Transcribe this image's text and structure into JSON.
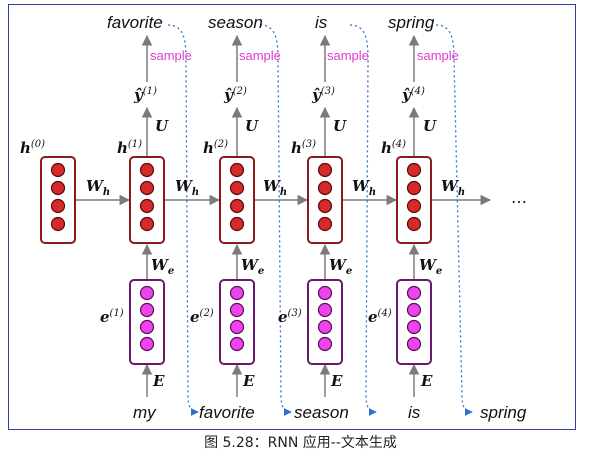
{
  "outputs": [
    "favorite",
    "season",
    "is",
    "spring"
  ],
  "inputs": [
    "my",
    "favorite",
    "season",
    "is",
    "spring"
  ],
  "sample_label": "sample",
  "symbols": {
    "h": "h",
    "h0_sup": "(0)",
    "y_hat": "ŷ",
    "U": "U",
    "W": "W",
    "W_h_sub": "h",
    "W_e_sub": "e",
    "e": "e",
    "E": "E",
    "ellipsis": "…"
  },
  "steps": [
    {
      "sup": "(1)"
    },
    {
      "sup": "(2)"
    },
    {
      "sup": "(3)"
    },
    {
      "sup": "(4)"
    }
  ],
  "caption": "图 5.28：RNN 应用--文本生成",
  "colors": {
    "hidden_border": "#8b1a1a",
    "hidden_dot": "#d42a2a",
    "embed_border": "#6a1a6e",
    "embed_dot": "#ee44ee",
    "arrow": "#7a7a7a",
    "dotted": "#2b6fd0",
    "sample_text": "#e23ad6",
    "frame": "#2e3ea6"
  }
}
